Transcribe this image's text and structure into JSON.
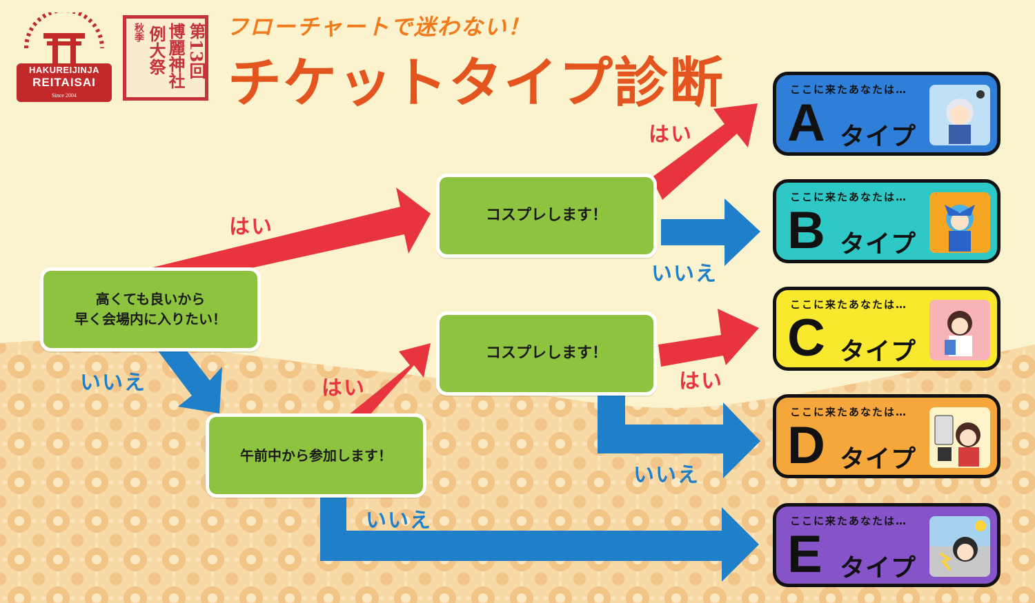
{
  "logo": {
    "name_line1": "HAKUREIJINJA",
    "name_line2": "REITAISAI",
    "since": "Since 2004"
  },
  "seal": {
    "col1": "秋季",
    "col2": "例大祭",
    "col3": "博麗神社",
    "col4": "第13回"
  },
  "header": {
    "subtitle": "フローチャートで迷わない！",
    "title": "チケットタイプ診断"
  },
  "questions": {
    "q1": "高くても良いから\n早く会場内に入りたい！",
    "q2": "コスプレします！",
    "q3": "午前中から参加します！",
    "q4": "コスプレします！"
  },
  "answers": {
    "yes": "はい",
    "no": "いいえ"
  },
  "results": [
    {
      "prefix": "ここに来たあなたは…",
      "letter": "A",
      "suffix": "タイプ",
      "color": "#2f7fd9"
    },
    {
      "prefix": "ここに来たあなたは…",
      "letter": "B",
      "suffix": "タイプ",
      "color": "#2ec9c6"
    },
    {
      "prefix": "ここに来たあなたは…",
      "letter": "C",
      "suffix": "タイプ",
      "color": "#f8e92e"
    },
    {
      "prefix": "ここに来たあなたは…",
      "letter": "D",
      "suffix": "タイプ",
      "color": "#f6a73b"
    },
    {
      "prefix": "ここに来たあなたは…",
      "letter": "E",
      "suffix": "タイプ",
      "color": "#8653c8"
    }
  ],
  "colors": {
    "yes_arrow": "#e7343e",
    "no_arrow": "#1f7fc8",
    "question_box": "#8dc33f",
    "background": "#faf3cd",
    "pattern": "#f3c98c"
  }
}
